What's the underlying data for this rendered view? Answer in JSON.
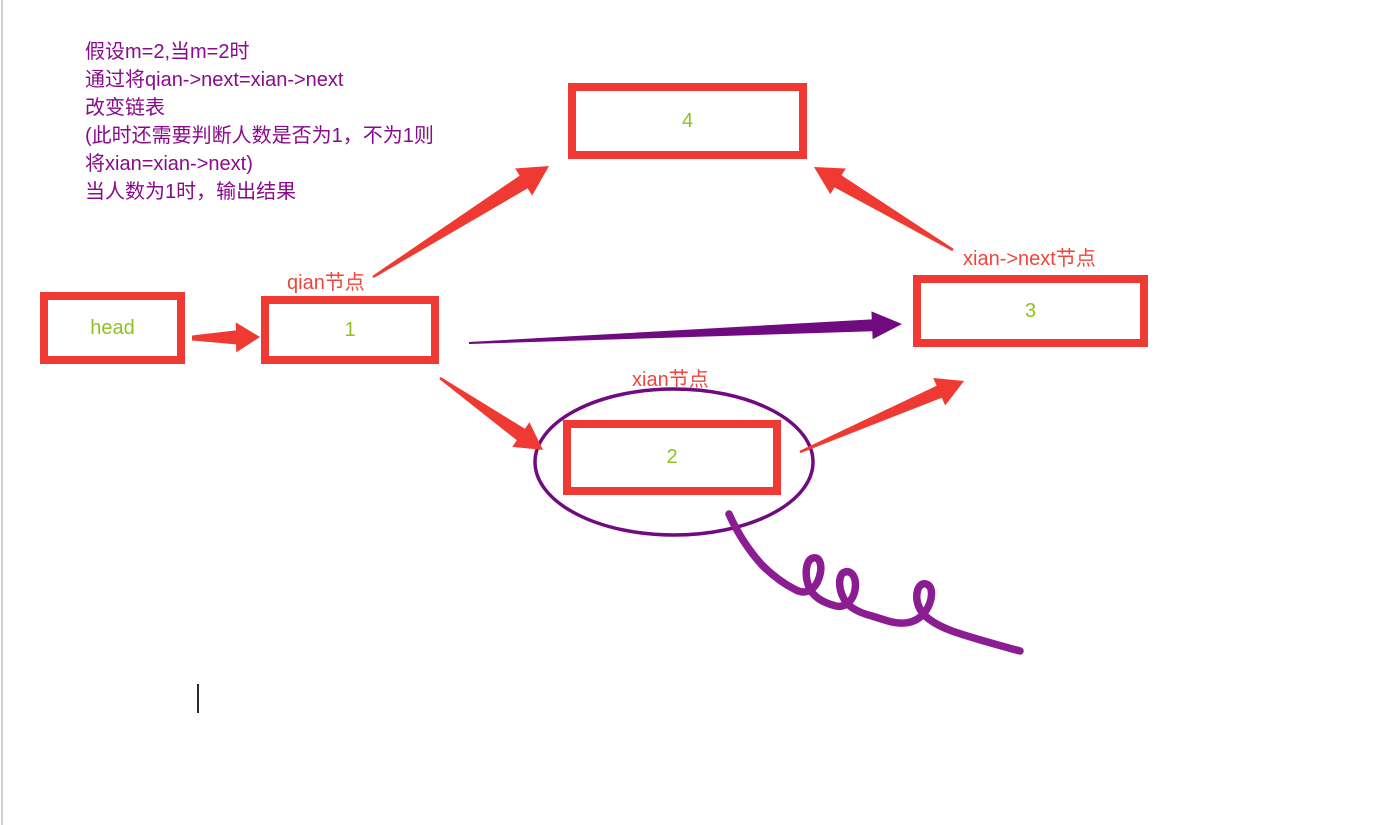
{
  "colors": {
    "background": "#ffffff",
    "red": "#ee3a32",
    "label_red": "#f0453c",
    "note_purple": "#8a0a8c",
    "violet": "#6f0a81",
    "squiggle_purple": "#8b1c92",
    "green": "#8dc221",
    "window_border": "#cfcfcf",
    "caret": "#2b2b2b"
  },
  "notes": {
    "lines": [
      "假设m=2,当m=2时",
      "通过将qian->next=xian->next",
      "改变链表",
      "(此时还需要判断人数是否为1，不为1则",
      "将xian=xian->next)",
      "当人数为1时，输出结果"
    ]
  },
  "nodes": {
    "head": {
      "label": "head"
    },
    "n1": {
      "label": "1"
    },
    "n2": {
      "label": "2"
    },
    "n3": {
      "label": "3"
    },
    "n4": {
      "label": "4"
    }
  },
  "annotations": {
    "qian": "qian节点",
    "xian": "xian节点",
    "xian_next": "xian->next节点"
  },
  "edges": [
    {
      "id": "head-to-n1",
      "from": "head",
      "to": "n1",
      "color": "red"
    },
    {
      "id": "qian-to-n4",
      "from": "qian-label",
      "to": "n4",
      "color": "red"
    },
    {
      "id": "xiannext-to-n4",
      "from": "xian-next-label",
      "to": "n4",
      "color": "red"
    },
    {
      "id": "n1-to-circle",
      "from": "n1",
      "to": "xian-circle",
      "color": "red"
    },
    {
      "id": "circle-to-n3",
      "from": "xian-circle",
      "to": "n3",
      "color": "red"
    },
    {
      "id": "n1-to-n3",
      "from": "n1",
      "to": "n3",
      "color": "violet"
    }
  ]
}
